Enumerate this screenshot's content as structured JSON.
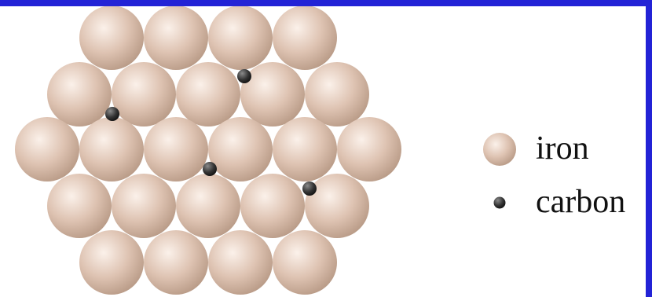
{
  "colors": {
    "background_frame": "#2323d6",
    "iron_highlight": "#fbf1ea",
    "iron_mid": "#dec3b2",
    "iron_edge": "#b89a86",
    "carbon_highlight": "#8a8a8a",
    "carbon_edge": "#111111"
  },
  "legend": {
    "iron_label": "iron",
    "carbon_label": "carbon"
  },
  "lattice": {
    "row_counts": [
      4,
      5,
      6,
      5,
      4
    ]
  },
  "carbon_atoms_count": 4
}
